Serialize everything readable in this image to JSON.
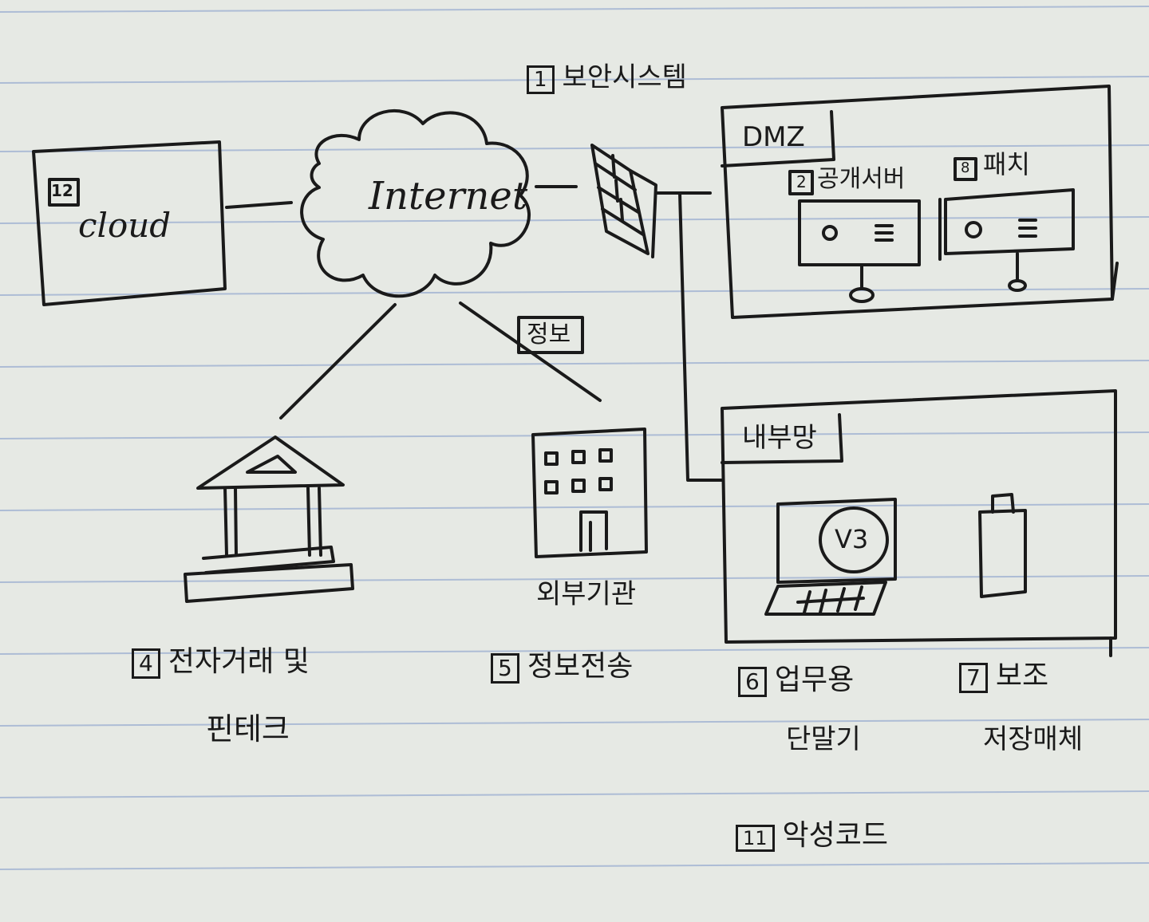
{
  "paper": {
    "background": "#e6e9e4",
    "rule_color": "#8fa3c8",
    "ink": "#1a1a1a"
  },
  "labels": {
    "security_system": {
      "num": "1",
      "text": "보안시스템"
    },
    "cloud": {
      "num": "12",
      "text": "cloud"
    },
    "internet": "Internet",
    "dmz": "DMZ",
    "public_server": {
      "num": "2",
      "text": "공개서버"
    },
    "patch": {
      "num": "8",
      "text": "패치"
    },
    "info_tag": "정보",
    "internal_net": "내부망",
    "v3": "V3",
    "external_org": "외부기관",
    "ecommerce": {
      "num": "4",
      "text": "전자거래 및",
      "text2": "핀테크"
    },
    "info_transfer": {
      "num": "5",
      "text": "정보전송"
    },
    "work_terminal": {
      "num": "6",
      "text": "업무용",
      "text2": "단말기"
    },
    "aux_storage": {
      "num": "7",
      "text": "보조",
      "text2": "저장매체"
    },
    "malware": {
      "num": "11",
      "text": "악성코드"
    }
  }
}
